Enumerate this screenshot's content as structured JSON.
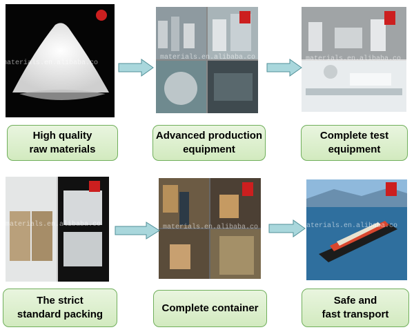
{
  "steps": [
    {
      "id": "raw",
      "label": "High quality\nraw materials"
    },
    {
      "id": "prod",
      "label": "Advanced production\nequipment"
    },
    {
      "id": "test",
      "label": "Complete test\nequipment"
    },
    {
      "id": "pack",
      "label": "The strict\nstandard packing"
    },
    {
      "id": "container",
      "label": "Complete container"
    },
    {
      "id": "transport",
      "label": "Safe and\nfast transport"
    }
  ],
  "watermark": "materials.en.alibaba.co",
  "colors": {
    "box_border": "#6fae5a",
    "box_fill_top": "#e9f5df",
    "box_fill_bottom": "#d2eabf",
    "arrow": "#a9d7dc",
    "arrow_border": "#4f8f97",
    "logo": "#cc1f1f"
  }
}
